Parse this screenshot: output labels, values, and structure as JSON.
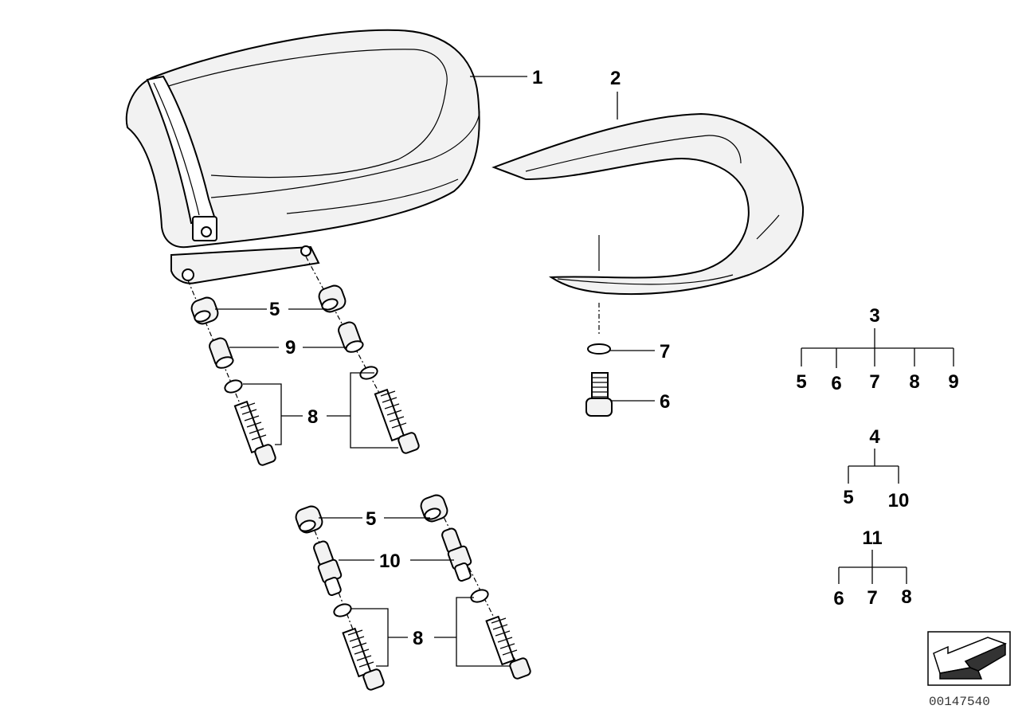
{
  "callouts": {
    "c1": "1",
    "c2": "2",
    "c5a": "5",
    "c9a": "9",
    "c8a": "8",
    "c7": "7",
    "c6": "6",
    "c5b": "5",
    "c10b": "10",
    "c8b": "8"
  },
  "groups": {
    "g3": {
      "root": "3",
      "children": [
        "5",
        "6",
        "7",
        "8",
        "9"
      ]
    },
    "g4": {
      "root": "4",
      "children": [
        "5",
        "10"
      ]
    },
    "g11": {
      "root": "11",
      "children": [
        "6",
        "7",
        "8"
      ]
    }
  },
  "doc_number": "00147540"
}
